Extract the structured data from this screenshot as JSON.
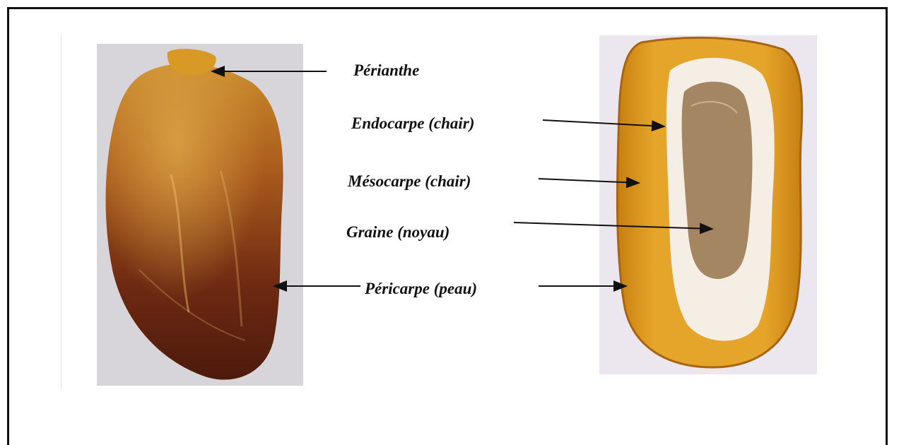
{
  "labels": {
    "perianthe": "Périanthe",
    "endocarpe": "Endocarpe (chair)",
    "mesocarpe": "Mésocarpe (chair)",
    "graine": "Graine (noyau)",
    "pericarpe": "Péricarpe (peau)"
  },
  "colors": {
    "frame": "#111111",
    "arrow": "#111111",
    "skin_dark": "#5a1f10",
    "skin_light": "#c98a2a",
    "flesh_outer": "#e0a020",
    "flesh_inner": "#f4eee4",
    "seed": "#a58662"
  }
}
